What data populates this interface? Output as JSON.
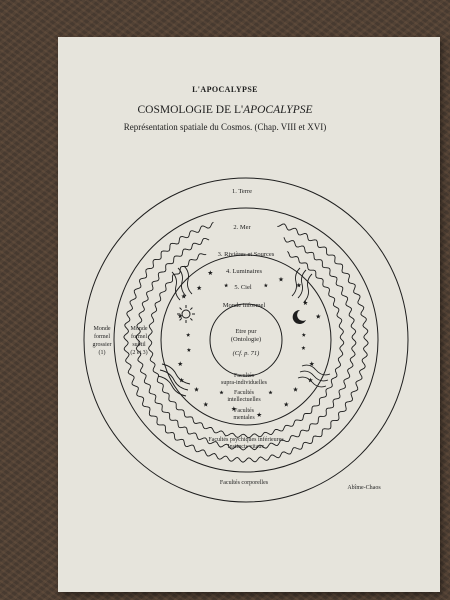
{
  "header": "L'APOCALYPSE",
  "title_main": "COSMOLOGIE DE L'",
  "title_italic": "APOCALYPSE",
  "subtitle": "Représentation spatiale du Cosmos. (Chap. VIII et XVI)",
  "labels": {
    "terre": "1. Terre",
    "mer": "2. Mer",
    "rivieres": "3. Rivières et Sources",
    "luminaires": "4. Luminaires",
    "ciel": "5. Ciel",
    "monde_informel": "Monde informel",
    "etre_pur_1": "Etre pur",
    "etre_pur_2": "(Ontologie)",
    "etre_pur_3": "(Cf. p. 71)",
    "grossier_1": "Monde",
    "grossier_2": "formel",
    "grossier_3": "grossier",
    "grossier_4": "(1)",
    "subtil_1": "Monde",
    "subtil_2": "formel",
    "subtil_3": "subtil",
    "subtil_4": "(2 et 3)",
    "supra_1": "Facultés",
    "supra_2": "supra-individuelles",
    "intel_1": "Facultés",
    "intel_2": "intellectuelles",
    "ment_1": "Facultés",
    "ment_2": "mentales",
    "psy_1": "Facultés psychiques inférieures",
    "psy_2": "Instincts vitaux",
    "corporelles": "Facultés corporelles",
    "abime": "Abîme-Chaos"
  },
  "colors": {
    "ink": "#1e1e1e",
    "paper": "#e6e4dc"
  }
}
